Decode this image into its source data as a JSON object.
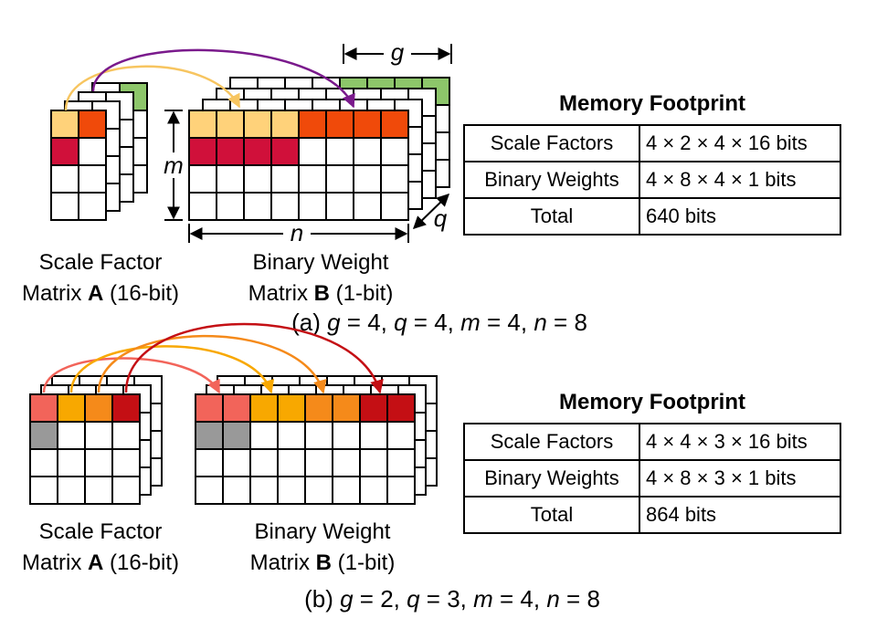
{
  "colors": {
    "light_orange": "#FFD27A",
    "orange_red": "#F04A0A",
    "crimson": "#D0103A",
    "green": "#8DC66A",
    "purple": "#7A1A8C",
    "salmon": "#F2645A",
    "amber": "#F8A800",
    "orange": "#F58A1A",
    "dark_red": "#C40F14",
    "gray": "#999999"
  },
  "panel_a": {
    "caption": {
      "prefix": "(a) ",
      "g_sym": "g",
      "g_val": " = 4, ",
      "q_sym": "q",
      "q_val": " = 4, ",
      "m_sym": "m",
      "m_val": " = 4, ",
      "n_sym": "n",
      "n_val": " = 8"
    },
    "labels": {
      "g": "g",
      "m": "m",
      "n": "n",
      "q": "q"
    },
    "scale_label": {
      "line1": "Scale Factor",
      "line2_pre": "Matrix ",
      "line2_bold": "A",
      "line2_post": " (16-bit)"
    },
    "binary_label": {
      "line1": "Binary Weight",
      "line2_pre": "Matrix ",
      "line2_bold": "B",
      "line2_post": " (1-bit)"
    },
    "table": {
      "title": "Memory Footprint",
      "rows": [
        {
          "k": "Scale Factors",
          "v": "4 × 2 × 4 × 16 bits"
        },
        {
          "k": "Binary Weights",
          "v": "4 × 8 × 4 × 1 bits"
        },
        {
          "k": "Total",
          "v": "640 bits"
        }
      ]
    }
  },
  "panel_b": {
    "caption": {
      "prefix": "(b) ",
      "g_sym": "g",
      "g_val": " = 2, ",
      "q_sym": "q",
      "q_val": " = 3, ",
      "m_sym": "m",
      "m_val": " = 4, ",
      "n_sym": "n",
      "n_val": " = 8"
    },
    "scale_label": {
      "line1": "Scale Factor",
      "line2_pre": "Matrix ",
      "line2_bold": "A",
      "line2_post": " (16-bit)"
    },
    "binary_label": {
      "line1": "Binary Weight",
      "line2_pre": "Matrix ",
      "line2_bold": "B",
      "line2_post": " (1-bit)"
    },
    "table": {
      "title": "Memory Footprint",
      "rows": [
        {
          "k": "Scale Factors",
          "v": "4 × 4 × 3 × 16 bits"
        },
        {
          "k": "Binary Weights",
          "v": "4 × 8 × 3 × 1 bits"
        },
        {
          "k": "Total",
          "v": "864 bits"
        }
      ]
    }
  }
}
